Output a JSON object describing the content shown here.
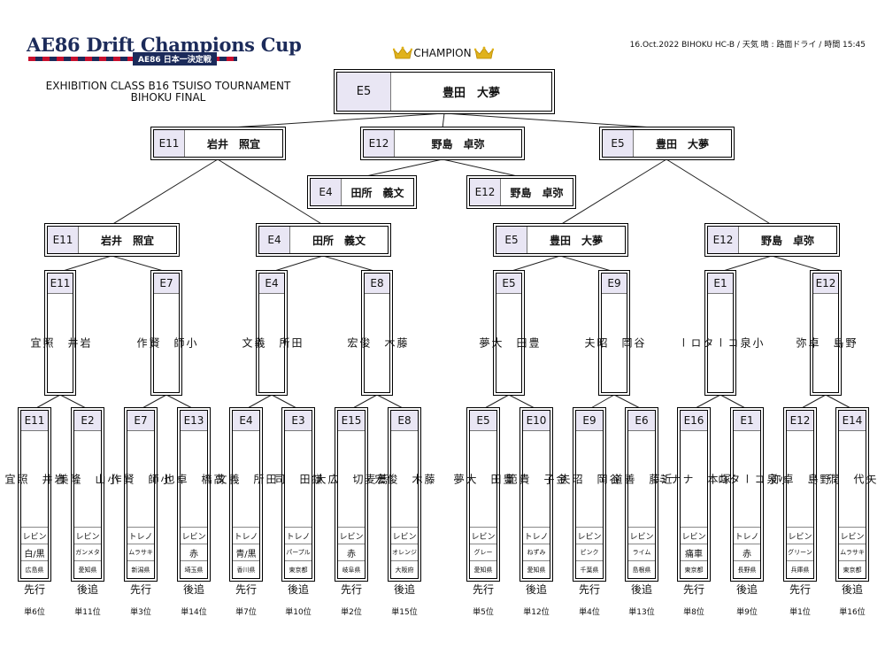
{
  "logo": {
    "title": "AE86 Drift Champions Cup",
    "subtitle": "AE86 日本一決定戦"
  },
  "meta": "16.Oct.2022 BIHOKU HC-B / 天気 晴 : 路面ドライ / 時間 15:45",
  "event": {
    "line1": "EXHIBITION CLASS B16 TSUISO TOURNAMENT",
    "line2": "BIHOKU FINAL"
  },
  "champion_label": "CHAMPION",
  "icons": {
    "crown": "crown-icon"
  },
  "colors": {
    "seed_bg": "#e9e6f4",
    "logo_navy": "#1c2b5a",
    "logo_red": "#c8102e",
    "crown_gold": "#e0b21c"
  },
  "champion": {
    "seed": "E5",
    "name": "豊田　大夢"
  },
  "final": [
    {
      "seed": "E11",
      "name": "岩井　照宜"
    },
    {
      "seed": "E12",
      "name": "野島　卓弥"
    },
    {
      "seed": "E5",
      "name": "豊田　大夢"
    }
  ],
  "third_round": [
    {
      "seed": "E4",
      "name": "田所　義文"
    },
    {
      "seed": "E12",
      "name": "野島　卓弥"
    }
  ],
  "semifinals": [
    {
      "seed": "E11",
      "name": "岩井　照宜"
    },
    {
      "seed": "E4",
      "name": "田所　義文"
    },
    {
      "seed": "E5",
      "name": "豊田　大夢"
    },
    {
      "seed": "E12",
      "name": "野島　卓弥"
    }
  ],
  "quarterfinals": [
    {
      "seed": "E11",
      "name": "岩\n井\n\n照\n宜"
    },
    {
      "seed": "E7",
      "name": "小\n師\n\n賢\n作"
    },
    {
      "seed": "E4",
      "name": "田\n所\n\n義\n文"
    },
    {
      "seed": "E8",
      "name": "藤\n木\n\n俊\n宏"
    },
    {
      "seed": "E5",
      "name": "豊\n田\n\n大\n夢"
    },
    {
      "seed": "E9",
      "name": "谷\n岡\n\n昭\n夫"
    },
    {
      "seed": "E1",
      "name": "小\n泉\nコ\nー\nタ\nロ\nー"
    },
    {
      "seed": "E12",
      "name": "野\n島\n\n卓\n弥"
    }
  ],
  "competitors": [
    {
      "seed": "E11",
      "name": "岩\n井\n\n照\n宜",
      "car": "レビン",
      "color": "白/黒",
      "pref": "広島県",
      "role": "先行",
      "rank": "単6位"
    },
    {
      "seed": "E2",
      "name": "小\n山\n\n隆\n美",
      "car": "レビン",
      "color": "ガンメタ",
      "pref": "愛知県",
      "role": "後追",
      "rank": "単11位"
    },
    {
      "seed": "E7",
      "name": "小\n師\n\n賢\n作",
      "car": "トレノ",
      "color": "ムラサキ",
      "pref": "新潟県",
      "role": "先行",
      "rank": "単3位"
    },
    {
      "seed": "E13",
      "name": "高\n橋\n\n卓\n也",
      "car": "レビン",
      "color": "赤",
      "pref": "埼玉県",
      "role": "後追",
      "rank": "単14位"
    },
    {
      "seed": "E4",
      "name": "田\n所\n\n義\n文",
      "car": "トレノ",
      "color": "青/黒",
      "pref": "香川県",
      "role": "先行",
      "rank": "単7位"
    },
    {
      "seed": "E3",
      "name": "鎌\n田\n\n司",
      "car": "トレノ",
      "color": "パープル",
      "pref": "東京都",
      "role": "後追",
      "rank": "単10位"
    },
    {
      "seed": "E15",
      "name": "蕎\n麦\n切\n\n広\n大",
      "car": "レビン",
      "color": "赤",
      "pref": "岐阜県",
      "role": "先行",
      "rank": "単2位"
    },
    {
      "seed": "E8",
      "name": "藤\n木\n\n俊\n宏",
      "car": "レビン",
      "color": "オレンジ",
      "pref": "大阪府",
      "role": "後追",
      "rank": "単15位"
    },
    {
      "seed": "E5",
      "name": "豊\n田\n\n大\n夢",
      "car": "レビン",
      "color": "グレー",
      "pref": "愛知県",
      "role": "先行",
      "rank": "単5位"
    },
    {
      "seed": "E10",
      "name": "金\n子\n\n貴\n範",
      "car": "トレノ",
      "color": "ねずみ",
      "pref": "愛知県",
      "role": "後追",
      "rank": "単12位"
    },
    {
      "seed": "E9",
      "name": "谷\n岡\n\n昭\n夫",
      "car": "レビン",
      "color": "ピンク",
      "pref": "千葉県",
      "role": "先行",
      "rank": "単4位"
    },
    {
      "seed": "E6",
      "name": "近\n藤\n\n善\n道",
      "car": "レビン",
      "color": "ライム",
      "pref": "島根県",
      "role": "後追",
      "rank": "単13位"
    },
    {
      "seed": "E16",
      "name": "塚\n本\n\nナ\nナ\nミ",
      "car": "レビン",
      "color": "痛車",
      "pref": "東京都",
      "role": "先行",
      "rank": "単8位"
    },
    {
      "seed": "E1",
      "name": "小\n泉\nコ\nー\nタ\nロ\nー",
      "car": "トレノ",
      "color": "赤",
      "pref": "長野県",
      "role": "後追",
      "rank": "単9位"
    },
    {
      "seed": "E12",
      "name": "野\n島\n\n卓\n弥",
      "car": "レビン",
      "color": "グリーン",
      "pref": "兵庫県",
      "role": "先行",
      "rank": "単1位"
    },
    {
      "seed": "E14",
      "name": "矢\n代\n\n潤",
      "car": "レビン",
      "color": "ムラサキ",
      "pref": "東京都",
      "role": "後追",
      "rank": "単16位"
    }
  ]
}
